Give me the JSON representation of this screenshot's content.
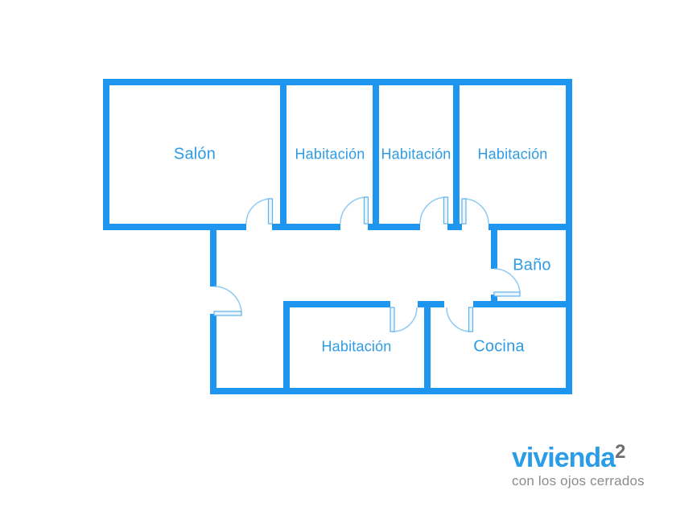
{
  "plan": {
    "rooms": [
      {
        "id": "salon",
        "label": "Salón"
      },
      {
        "id": "habitacion-1",
        "label": "Habitación"
      },
      {
        "id": "habitacion-2",
        "label": "Habitación"
      },
      {
        "id": "habitacion-3",
        "label": "Habitación"
      },
      {
        "id": "bano",
        "label": "Baño"
      },
      {
        "id": "habitacion-4",
        "label": "Habitación"
      },
      {
        "id": "cocina",
        "label": "Cocina"
      }
    ]
  },
  "branding": {
    "logo_text": "vivienda",
    "logo_superscript": "2",
    "tagline": "con los ojos cerrados"
  },
  "colors": {
    "background": "#FFFFFF",
    "wall": "#1E96F0",
    "room_label": "#2D9CE5",
    "door_arc": "#90CBF2",
    "door_leaf_fill": "#EAF5FD",
    "door_leaf_stroke": "#5FB2EC",
    "logo_blue": "#2B9CE8",
    "logo_sup_gray": "#6F6F6F",
    "tagline_gray": "#8C8C8C"
  }
}
